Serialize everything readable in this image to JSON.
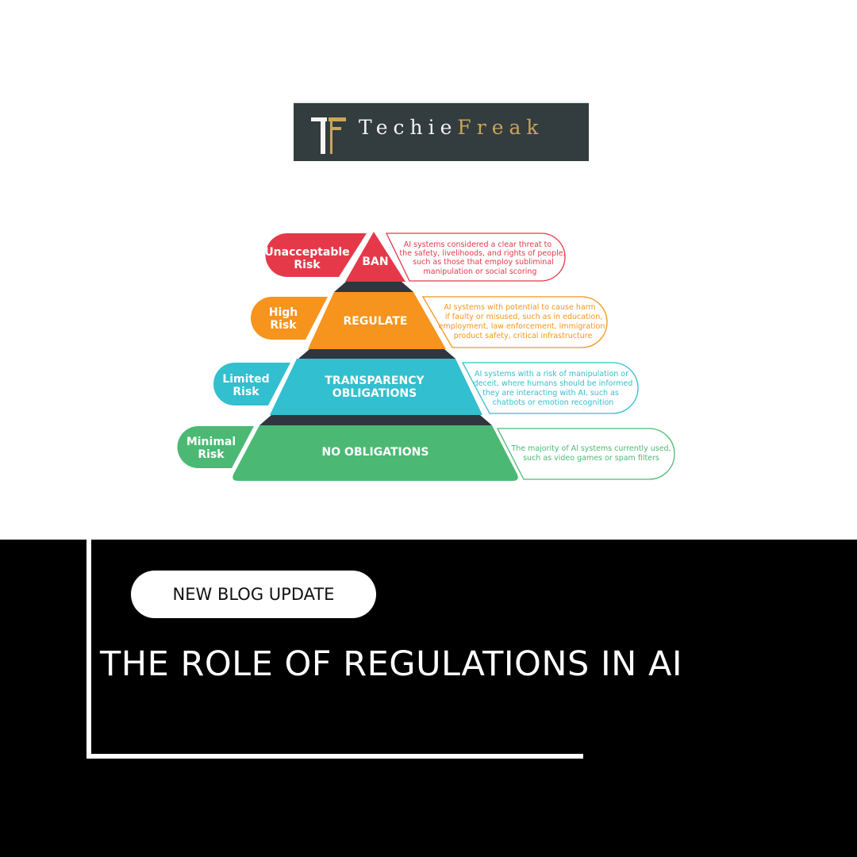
{
  "logo": {
    "word1": "Techie",
    "word2": "Freak",
    "text_color": "#f4f4f4",
    "accent_color": "#c9a55e",
    "background": "#333c3e"
  },
  "pyramid": {
    "tiers": [
      {
        "risk_lines": [
          "Unacceptable",
          "Risk"
        ],
        "action_lines": [
          "BAN"
        ],
        "description_lines": [
          "AI systems considered a clear threat to",
          "the safety, livelihoods, and rights of people,",
          "such as those that employ subliminal",
          "manipulation or social scoring"
        ],
        "color": "#e5394a"
      },
      {
        "risk_lines": [
          "High",
          "Risk"
        ],
        "action_lines": [
          "REGULATE"
        ],
        "description_lines": [
          "AI systems with potential to cause harm",
          "if faulty or misused, such as in education,",
          "employment, law enforcement, immigration,",
          "product safety, critical infrastructure"
        ],
        "color": "#f7941d"
      },
      {
        "risk_lines": [
          "Limited",
          "Risk"
        ],
        "action_lines": [
          "TRANSPARENCY",
          "OBLIGATIONS"
        ],
        "description_lines": [
          "AI systems with a risk of manipulation or",
          "deceit, where humans should be informed",
          "they are interacting with AI, such as",
          "chatbots or emotion recognition"
        ],
        "color": "#32bfcf"
      },
      {
        "risk_lines": [
          "Minimal",
          "Risk"
        ],
        "action_lines": [
          "NO OBLIGATIONS"
        ],
        "description_lines": [
          "The majority of Al systems currently used,",
          "such as video games or spam filters"
        ],
        "color": "#4bb974"
      }
    ],
    "connector_color": "#2f3640"
  },
  "banner": {
    "pill_label": "NEW BLOG UPDATE",
    "title": "THE ROLE OF REGULATIONS IN AI"
  }
}
